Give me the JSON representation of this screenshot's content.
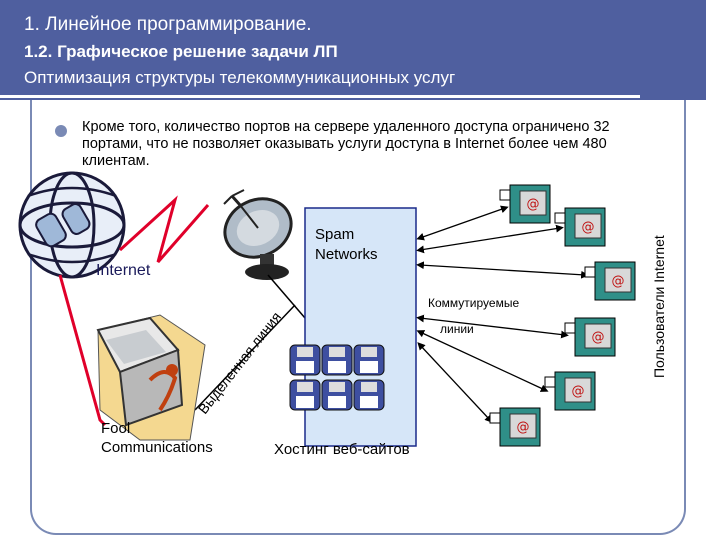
{
  "header": {
    "line1": "1. Линейное программирование.",
    "line2": "1.2. Графическое решение задачи ЛП",
    "line3": "Оптимизация структуры телекоммуникационных услуг"
  },
  "paragraph": "Кроме того, количество портов на сервере удаленного доступа ограничено 32 портами, что не позволяет оказывать услуги доступа в Internet более чем 480 клиентам.",
  "labels": {
    "internet": "Internet",
    "spam_networks_1": "Spam",
    "spam_networks_2": "Networks",
    "dedicated_line": "Выделенная линия",
    "switched_lines_1": "Коммутируемые",
    "switched_lines_2": "линии",
    "fool_1": "Fool",
    "fool_2": "Communications",
    "hosting": "Хостинг веб-сайтов",
    "internet_users": "Пользователи Internet",
    "at_symbol": "@"
  },
  "colors": {
    "header_bg": "#4f5f9f",
    "frame": "#7a8ab5",
    "lightning": "#e0002a",
    "server_box": "#d6e6f8",
    "computer": "#2f8f88",
    "disk": "#3e4fa0"
  }
}
